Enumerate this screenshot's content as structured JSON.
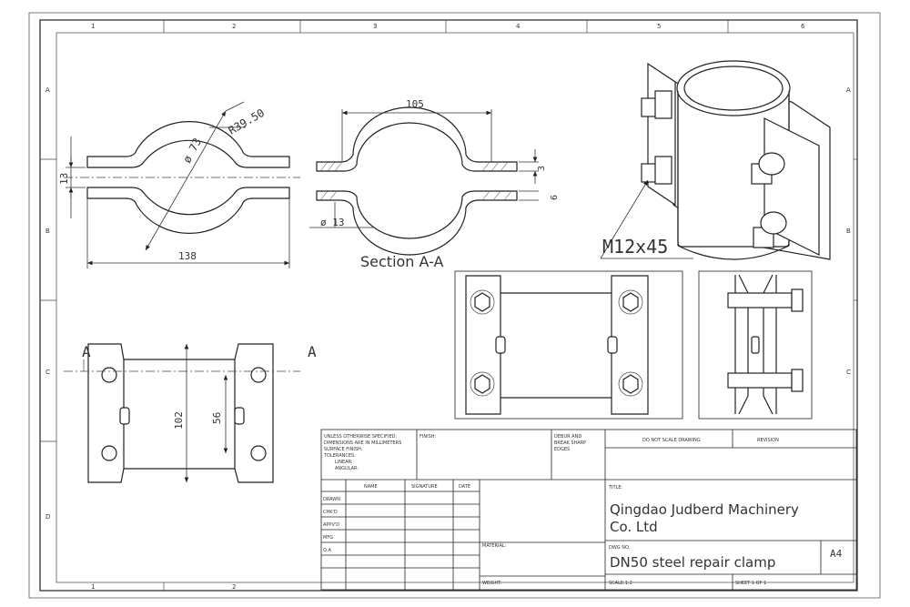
{
  "grid": {
    "top_cols": [
      "1",
      "2",
      "3",
      "4",
      "5",
      "6"
    ],
    "bottom_cols": [
      "1",
      "2"
    ],
    "left_rows": [
      "A",
      "B",
      "C",
      "D"
    ],
    "right_rows": [
      "A",
      "B",
      "C"
    ]
  },
  "dimensions": {
    "outer_diameter": "ø 73",
    "bend_radius": "R39.50",
    "flange_height": "13",
    "overall_width": "138",
    "span": "105",
    "thickness_top": "3",
    "thickness_bottom": "6",
    "hole_diameter": "ø 13",
    "length_overall": "102",
    "hole_spacing": "56"
  },
  "section_markers": {
    "left": "A",
    "right": "A"
  },
  "labels": {
    "section_title": "Section A-A",
    "bolt_callout": "M12x45"
  },
  "title_block": {
    "notes": [
      "UNLESS OTHERWISE SPECIFIED:",
      "DIMENSIONS ARE IN MILLIMETERS",
      "SURFACE FINISH:",
      "TOLERANCES:",
      "LINEAR:",
      "ANGULAR:"
    ],
    "finish_label": "FINISH:",
    "deburr_label": [
      "DEBUR AND",
      "BREAK SHARP",
      "EDGES"
    ],
    "do_not_scale": "DO NOT SCALE DRAWING",
    "revision_label": "REVISION",
    "col_headers": {
      "name": "NAME",
      "signature": "SIGNATURE",
      "date": "DATE"
    },
    "rows": [
      "DRAWN",
      "CHK'D",
      "APPV'D",
      "MFG",
      "Q.A"
    ],
    "material_label": "MATERIAL:",
    "weight_label": "WEIGHT:",
    "title_label": "TITLE:",
    "company": [
      "Qingdao Judberd Machinery",
      "Co. Ltd"
    ],
    "dwg_no_label": "DWG NO.",
    "part_name": "DN50 steel repair clamp",
    "sheet_size": "A4",
    "scale_label": "SCALE:1:2",
    "sheet_label": "SHEET 1 OF 1"
  }
}
